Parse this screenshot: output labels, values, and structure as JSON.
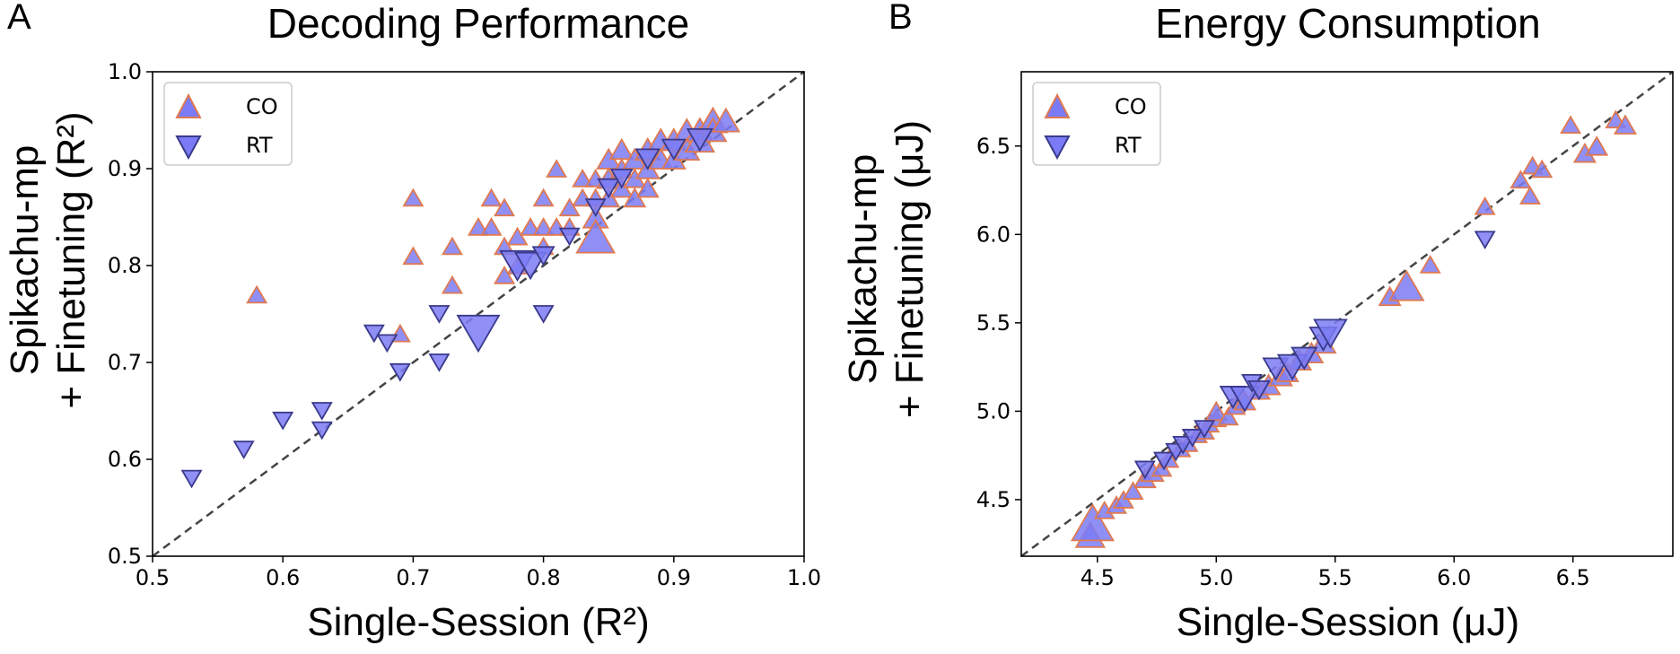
{
  "colors": {
    "marker_fill": "#7B7BF5",
    "co_edge": "#E07A50",
    "rt_edge": "#3A3A8C",
    "diagonal": "#444444"
  },
  "panels": [
    {
      "letter": "A",
      "title": "Decoding Performance",
      "xlabel": "Single-Session (R²)",
      "ylabel_line1": "Spikachu-mp",
      "ylabel_line2": "+ Finetuning (R²)"
    },
    {
      "letter": "B",
      "title": "Energy Consumption",
      "xlabel": "Single-Session (μJ)",
      "ylabel_line1": "Spikachu-mp",
      "ylabel_line2": "+ Finetuning (μJ)"
    }
  ],
  "chart_data": [
    {
      "type": "scatter",
      "title": "Decoding Performance",
      "xlabel": "Single-Session (R²)",
      "ylabel": "Spikachu-mp + Finetuning (R²)",
      "xlim": [
        0.5,
        1.0
      ],
      "ylim": [
        0.5,
        1.0
      ],
      "xticks": [
        "0.5",
        "0.6",
        "0.7",
        "0.8",
        "0.9",
        "1.0"
      ],
      "yticks": [
        "0.5",
        "0.6",
        "0.7",
        "0.8",
        "0.9",
        "1.0"
      ],
      "reference_line": "y = x (dashed)",
      "legend_position": "top-left",
      "series": [
        {
          "name": "CO",
          "marker": "triangle-up",
          "points": [
            [
              0.58,
              0.77
            ],
            [
              0.69,
              0.73
            ],
            [
              0.7,
              0.87
            ],
            [
              0.7,
              0.81
            ],
            [
              0.73,
              0.82
            ],
            [
              0.73,
              0.78
            ],
            [
              0.75,
              0.84
            ],
            [
              0.76,
              0.87
            ],
            [
              0.76,
              0.84
            ],
            [
              0.77,
              0.86
            ],
            [
              0.77,
              0.82
            ],
            [
              0.77,
              0.79
            ],
            [
              0.78,
              0.83
            ],
            [
              0.78,
              0.8
            ],
            [
              0.79,
              0.84
            ],
            [
              0.8,
              0.87
            ],
            [
              0.8,
              0.84
            ],
            [
              0.8,
              0.82
            ],
            [
              0.81,
              0.9
            ],
            [
              0.81,
              0.84
            ],
            [
              0.82,
              0.86
            ],
            [
              0.82,
              0.84
            ],
            [
              0.83,
              0.89
            ],
            [
              0.83,
              0.87
            ],
            [
              0.84,
              0.89
            ],
            [
              0.84,
              0.87
            ],
            [
              0.84,
              0.85
            ],
            [
              0.84,
              0.83
            ],
            [
              0.85,
              0.91
            ],
            [
              0.85,
              0.89
            ],
            [
              0.85,
              0.87
            ],
            [
              0.86,
              0.92
            ],
            [
              0.86,
              0.9
            ],
            [
              0.86,
              0.88
            ],
            [
              0.87,
              0.91
            ],
            [
              0.87,
              0.89
            ],
            [
              0.87,
              0.87
            ],
            [
              0.88,
              0.92
            ],
            [
              0.88,
              0.9
            ],
            [
              0.88,
              0.88
            ],
            [
              0.89,
              0.93
            ],
            [
              0.89,
              0.91
            ],
            [
              0.9,
              0.93
            ],
            [
              0.9,
              0.91
            ],
            [
              0.91,
              0.94
            ],
            [
              0.91,
              0.92
            ],
            [
              0.92,
              0.94
            ],
            [
              0.92,
              0.93
            ],
            [
              0.93,
              0.95
            ],
            [
              0.93,
              0.94
            ],
            [
              0.94,
              0.95
            ]
          ],
          "sizes": [
            1,
            1,
            1,
            1,
            1,
            1,
            1,
            1,
            1,
            1,
            1,
            1,
            1,
            1,
            1,
            1,
            1,
            1,
            1,
            1,
            1,
            1,
            1,
            1,
            1,
            1,
            1.3,
            2,
            1.2,
            1.2,
            1.1,
            1.2,
            1.1,
            1.1,
            1.2,
            1.1,
            1.1,
            1.3,
            1.2,
            1.1,
            1.3,
            1.2,
            1.3,
            1.2,
            1.3,
            1.3,
            1.4,
            1.5,
            1.5,
            1.4,
            1.4
          ]
        },
        {
          "name": "RT",
          "marker": "triangle-down",
          "points": [
            [
              0.53,
              0.58
            ],
            [
              0.57,
              0.61
            ],
            [
              0.6,
              0.64
            ],
            [
              0.63,
              0.65
            ],
            [
              0.63,
              0.63
            ],
            [
              0.67,
              0.73
            ],
            [
              0.68,
              0.72
            ],
            [
              0.69,
              0.69
            ],
            [
              0.72,
              0.75
            ],
            [
              0.72,
              0.7
            ],
            [
              0.75,
              0.73
            ],
            [
              0.78,
              0.8
            ],
            [
              0.79,
              0.8
            ],
            [
              0.8,
              0.81
            ],
            [
              0.8,
              0.75
            ],
            [
              0.82,
              0.83
            ],
            [
              0.84,
              0.86
            ],
            [
              0.85,
              0.88
            ],
            [
              0.86,
              0.89
            ],
            [
              0.88,
              0.91
            ],
            [
              0.9,
              0.92
            ],
            [
              0.92,
              0.93
            ]
          ],
          "sizes": [
            1,
            1,
            1,
            1,
            1,
            1,
            1,
            1,
            1,
            1,
            2.2,
            1.8,
            1.6,
            1.1,
            1,
            1,
            1,
            1.1,
            1.1,
            1.2,
            1.2,
            1.3
          ]
        }
      ]
    },
    {
      "type": "scatter",
      "title": "Energy Consumption",
      "xlabel": "Single-Session (μJ)",
      "ylabel": "Spikachu-mp + Finetuning (μJ)",
      "xlim": [
        4.18,
        6.92
      ],
      "ylim": [
        4.18,
        6.92
      ],
      "xticks": [
        "4.5",
        "5.0",
        "5.5",
        "6.0",
        "6.5"
      ],
      "yticks": [
        "4.5",
        "5.0",
        "5.5",
        "6.0",
        "6.5"
      ],
      "reference_line": "y = x (dashed)",
      "legend_position": "top-left",
      "series": [
        {
          "name": "CO",
          "marker": "triangle-up",
          "points": [
            [
              4.47,
              4.3
            ],
            [
              4.48,
              4.37
            ],
            [
              4.53,
              4.44
            ],
            [
              4.58,
              4.47
            ],
            [
              4.61,
              4.5
            ],
            [
              4.65,
              4.55
            ],
            [
              4.7,
              4.62
            ],
            [
              4.73,
              4.66
            ],
            [
              4.77,
              4.68
            ],
            [
              4.8,
              4.73
            ],
            [
              4.85,
              4.79
            ],
            [
              4.88,
              4.82
            ],
            [
              4.92,
              4.87
            ],
            [
              4.95,
              4.89
            ],
            [
              4.97,
              4.93
            ],
            [
              5.0,
              4.96
            ],
            [
              5.0,
              5.0
            ],
            [
              5.05,
              4.97
            ],
            [
              5.08,
              5.03
            ],
            [
              5.12,
              5.06
            ],
            [
              5.18,
              5.12
            ],
            [
              5.22,
              5.15
            ],
            [
              5.27,
              5.2
            ],
            [
              5.3,
              5.22
            ],
            [
              5.35,
              5.29
            ],
            [
              5.4,
              5.33
            ],
            [
              5.45,
              5.39
            ],
            [
              5.73,
              5.65
            ],
            [
              5.8,
              5.71
            ],
            [
              5.9,
              5.83
            ],
            [
              6.13,
              6.16
            ],
            [
              6.28,
              6.31
            ],
            [
              6.32,
              6.22
            ],
            [
              6.33,
              6.39
            ],
            [
              6.37,
              6.37
            ],
            [
              6.49,
              6.62
            ],
            [
              6.55,
              6.46
            ],
            [
              6.6,
              6.5
            ],
            [
              6.68,
              6.65
            ],
            [
              6.72,
              6.62
            ]
          ],
          "sizes": [
            1.5,
            2.2,
            1,
            1,
            1,
            1,
            1.1,
            1.2,
            1,
            1,
            1,
            1,
            1,
            1,
            1,
            1,
            1.1,
            1,
            1,
            1.1,
            1.1,
            1.2,
            1.2,
            1.1,
            1.2,
            1.2,
            1.3,
            1.1,
            1.8,
            1,
            1,
            1,
            1,
            1,
            1,
            1,
            1.1,
            1.1,
            1,
            1.1
          ]
        },
        {
          "name": "RT",
          "marker": "triangle-down",
          "points": [
            [
              4.7,
              4.67
            ],
            [
              4.78,
              4.72
            ],
            [
              4.83,
              4.77
            ],
            [
              4.86,
              4.81
            ],
            [
              4.9,
              4.85
            ],
            [
              4.95,
              4.9
            ],
            [
              5.07,
              5.08
            ],
            [
              5.12,
              5.07
            ],
            [
              5.15,
              5.16
            ],
            [
              5.18,
              5.12
            ],
            [
              5.25,
              5.24
            ],
            [
              5.32,
              5.25
            ],
            [
              5.37,
              5.3
            ],
            [
              5.45,
              5.41
            ],
            [
              5.48,
              5.44
            ],
            [
              6.13,
              5.97
            ]
          ],
          "sizes": [
            1,
            1,
            1,
            1,
            1,
            1,
            1.3,
            1.5,
            1,
            1.1,
            1.3,
            1.5,
            1.3,
            1.4,
            1.7,
            1
          ]
        }
      ]
    }
  ]
}
